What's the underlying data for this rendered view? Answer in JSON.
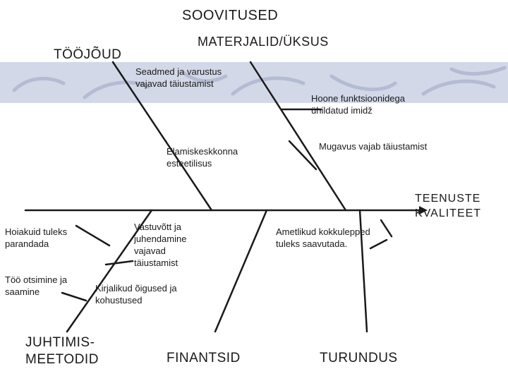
{
  "title": "SOOVITUSED",
  "effect": "TEENUSTE\nKVALITEET",
  "categories": {
    "tools": "TÖÖJÕUD",
    "materials": "MATERJALID/ÜKSUS",
    "methods": "JUHTIMIS-\nMEETODID",
    "finance": "FINANTSID",
    "marketing": "TURUNDUS"
  },
  "causes": {
    "equipment": "Seadmed ja varustus\nvajavad täiustamist",
    "building_image": "Hoone funktsioonidega\nühildatud imidž",
    "environment_aesthetics": "Elamiskeskkonna\nesteetilisus",
    "comfort": "Mugavus vajab täiustamist",
    "attitude": "Hoiakuid tuleks\nparandada",
    "job_seeking": "Töö otsimine ja\nsaamine",
    "reception": "Vastuvõtt ja\njuhendamine\nvajavad\ntäiustamist",
    "written_rights": "Kirjalikud õigused ja\nkohustused",
    "agreements": "Ametlikud kokkulepped\ntuleks saavutada."
  },
  "colors": {
    "band": "#d3d8e8",
    "swirl": "#b4bcd4",
    "line": "#1a1a1a"
  }
}
